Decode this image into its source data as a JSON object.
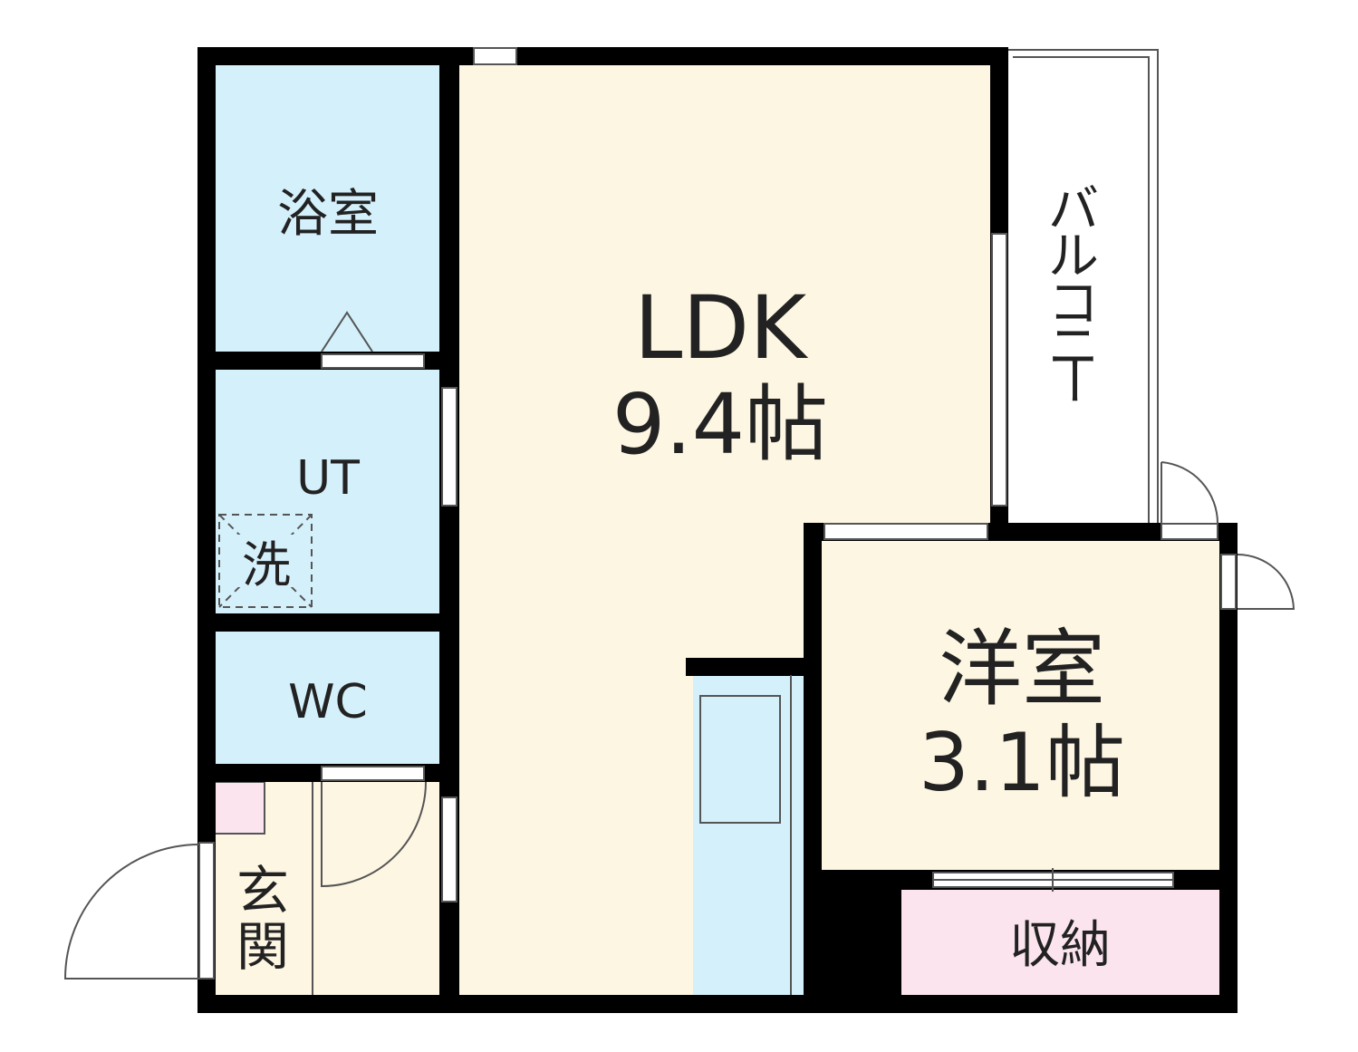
{
  "rooms": {
    "ldk": {
      "name": "LDK",
      "size": "9.4帖"
    },
    "western": {
      "name": "洋室",
      "size": "3.1帖"
    },
    "bath": {
      "name": "浴室"
    },
    "ut": {
      "name": "UT"
    },
    "washer": {
      "name": "洗"
    },
    "wc": {
      "name": "WC"
    },
    "entrance": {
      "name_top": "玄",
      "name_bottom": "関"
    },
    "storage": {
      "name": "収納"
    },
    "balcony": {
      "chars": [
        "バ",
        "ル",
        "コ",
        "ニ",
        "ー"
      ]
    }
  },
  "colors": {
    "wall": "#000000",
    "living_floor": "#fdf6e3",
    "wet_area": "#d4f0fb",
    "storage": "#fbe4ee",
    "balcony": "#ffffff"
  }
}
